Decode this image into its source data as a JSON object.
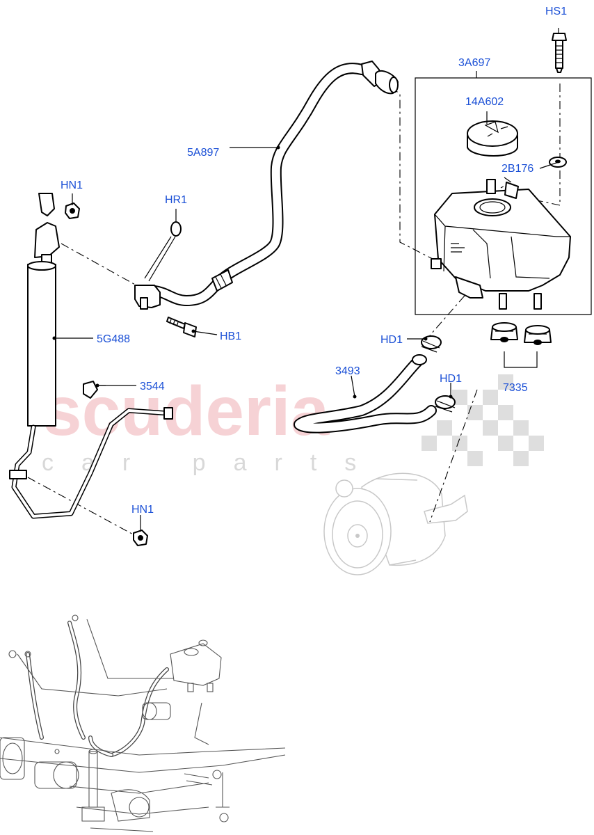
{
  "labels": {
    "hs1": "HS1",
    "a3697": "3A697",
    "a14602": "14A602",
    "b2176": "2B176",
    "a5897": "5A897",
    "hn1_top": "HN1",
    "hr1": "HR1",
    "hb1": "HB1",
    "g5488": "5G488",
    "hd1_a": "HD1",
    "hd1_b": "HD1",
    "p3493": "3493",
    "p3544": "3544",
    "p7335": "7335",
    "hn1_bottom": "HN1"
  },
  "watermark": {
    "brand": "scuderia",
    "tagline": "car parts"
  },
  "colors": {
    "label": "#1a4fd6",
    "watermark_brand": "#f4c4c8",
    "watermark_checker": "#d0d0d0",
    "line": "#000000",
    "ghost": "#c8c8c8"
  }
}
